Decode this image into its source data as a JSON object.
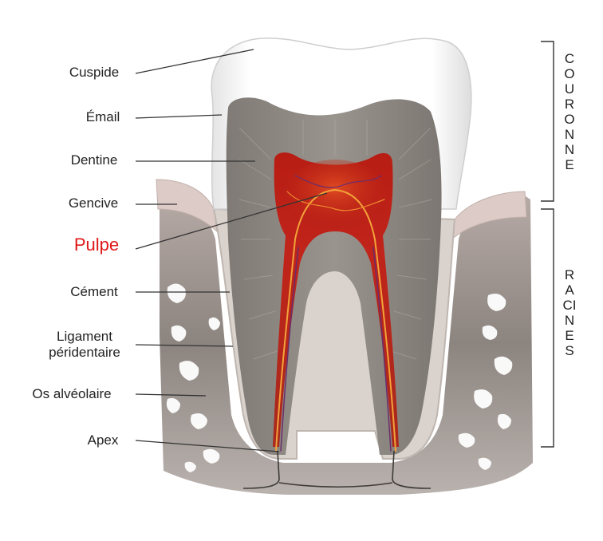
{
  "labels": {
    "cuspide": "Cuspide",
    "email": "Émail",
    "dentine": "Dentine",
    "gencive": "Gencive",
    "pulpe": "Pulpe",
    "cement": "Cément",
    "ligament_line1": "Ligament",
    "ligament_line2": "péridentaire",
    "os": "Os alvéolaire",
    "apex": "Apex"
  },
  "sections": {
    "couronne": "COURONNE",
    "racines": "RACINES"
  },
  "colors": {
    "pulp": "#c0241a",
    "pulp_highlight": "#e8642a",
    "dentin": "#8d8782",
    "enamel": "#f6f6f6",
    "gum": "#d9c7c3",
    "bone": "#8f8782",
    "label_red": "#e01818"
  }
}
